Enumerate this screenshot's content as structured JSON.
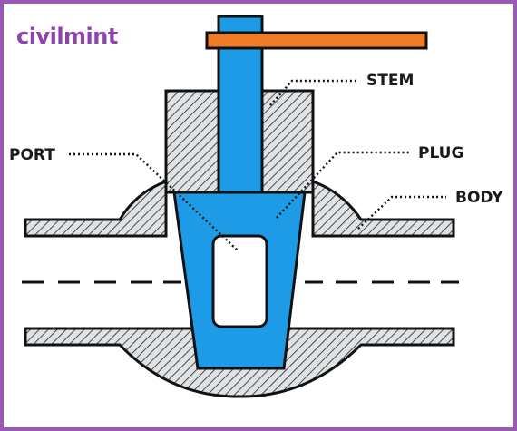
{
  "brand": {
    "name": "civilmint"
  },
  "labels": {
    "stem": "STEM",
    "plug": "PLUG",
    "port": "PORT",
    "body": "BODY"
  },
  "colors": {
    "frame": "#9b59b6",
    "brand": "#8e44ad",
    "plug_stem": "#1e9be6",
    "handle": "#f07b27",
    "hatch": "#222222",
    "hatch_bg": "#dfe3e6",
    "outline": "#111111"
  }
}
